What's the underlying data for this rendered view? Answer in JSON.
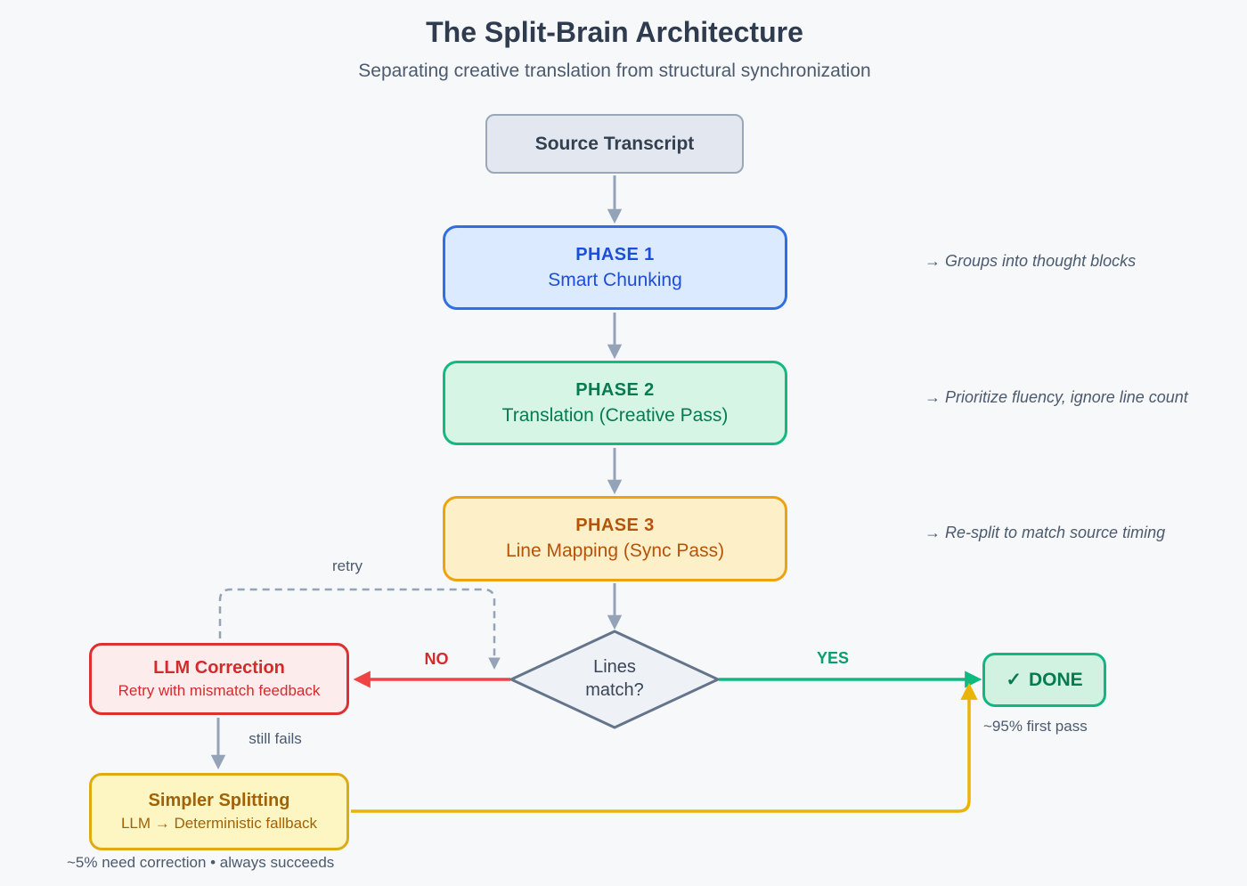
{
  "header": {
    "title": "The Split-Brain Architecture",
    "subtitle": "Separating creative translation from structural synchronization"
  },
  "nodes": {
    "source": {
      "label": "Source Transcript"
    },
    "phase1": {
      "title": "PHASE 1",
      "subtitle": "Smart Chunking",
      "annotation": "→ Groups into thought blocks"
    },
    "phase2": {
      "title": "PHASE 2",
      "subtitle": "Translation (Creative Pass)",
      "annotation": "→ Prioritize fluency, ignore line count"
    },
    "phase3": {
      "title": "PHASE 3",
      "subtitle": "Line Mapping (Sync Pass)",
      "annotation": "→ Re-split to match source timing"
    },
    "decision": {
      "label": "Lines\nmatch?"
    },
    "llm_correction": {
      "title": "LLM Correction",
      "subtitle": "Retry with mismatch feedback"
    },
    "done": {
      "check_icon": "✓",
      "label": "DONE",
      "caption": "~95% first pass"
    },
    "simpler_splitting": {
      "title": "Simpler Splitting",
      "subtitle": "LLM → Deterministic fallback",
      "caption": "~5% need correction • always succeeds"
    }
  },
  "edges": {
    "no_label": "NO",
    "yes_label": "YES",
    "retry_label": "retry",
    "still_fails_label": "still fails"
  },
  "colors": {
    "background": "#f7f8fa",
    "gray_arrow": "#94a3b8",
    "red_arrow": "#ef4444",
    "green_arrow": "#10b981",
    "amber_arrow": "#eab308",
    "phase1_border": "#2f6fe4",
    "phase1_fill": "#dbeafe",
    "phase2_border": "#16b881",
    "phase2_fill": "#d7f5e4",
    "phase3_border": "#eda212",
    "phase3_fill": "#fdf0c9",
    "error_border": "#dd3030",
    "error_fill": "#fdecec",
    "done_fill": "#d2f2e1",
    "fallback_border": "#dfab14",
    "fallback_fill": "#fdf6c3",
    "decision_border": "#64748b",
    "decision_fill": "#eef1f6",
    "text_dark": "#2f3b4e",
    "text_muted": "#4b5a6e"
  }
}
